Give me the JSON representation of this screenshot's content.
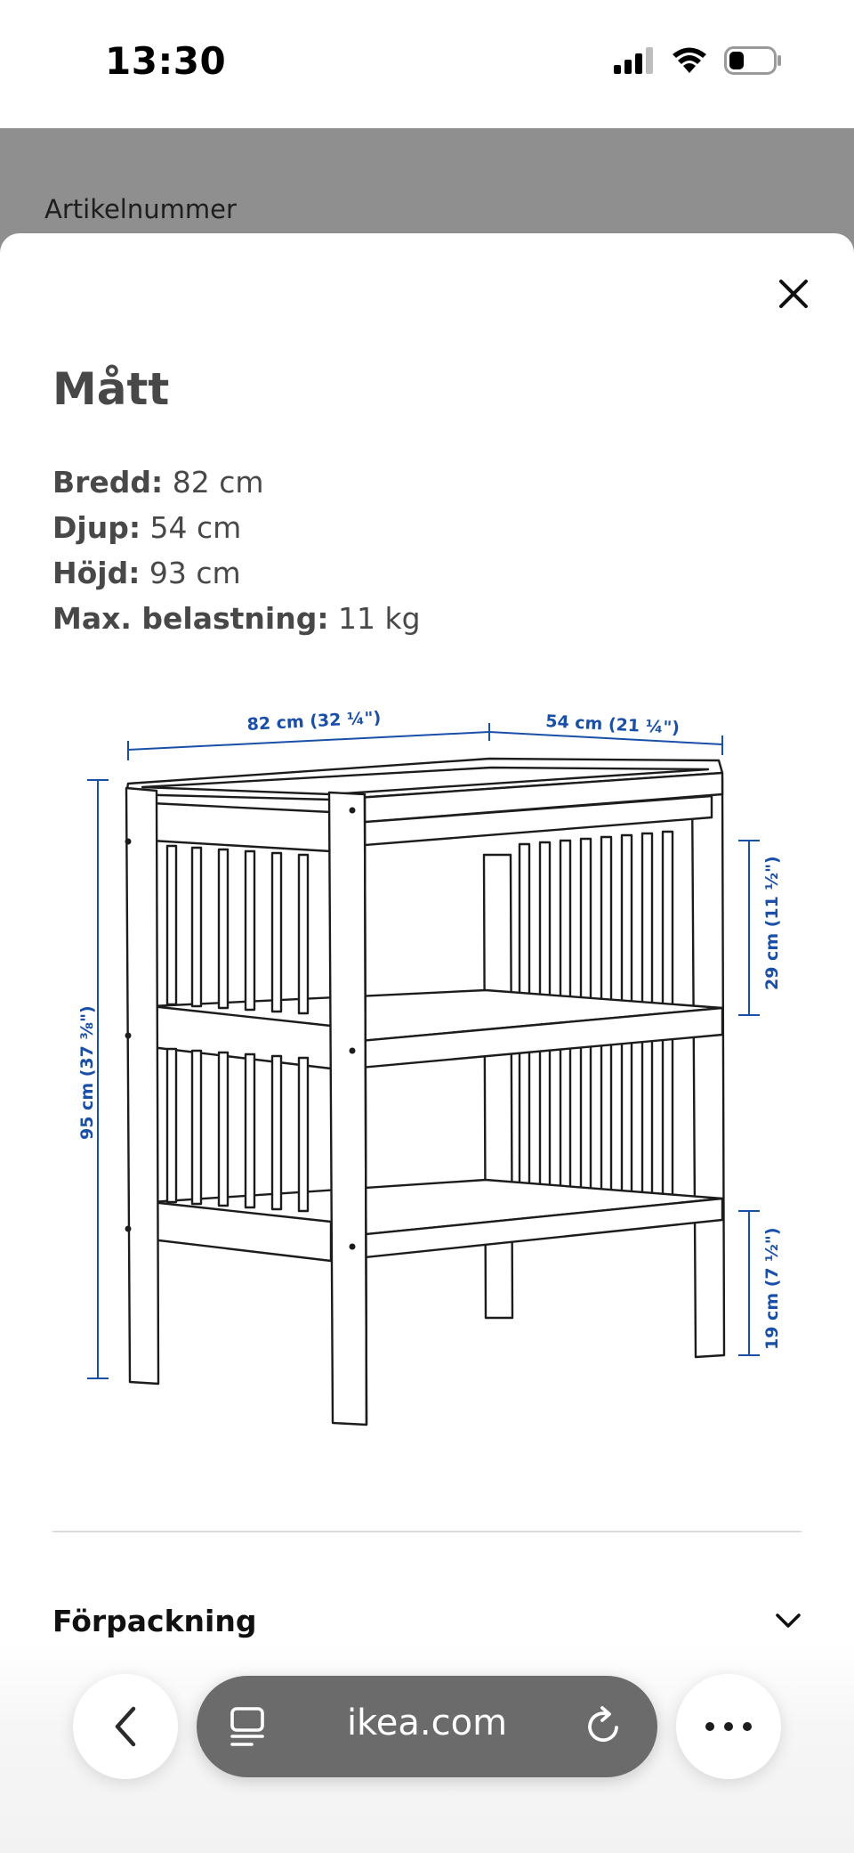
{
  "status": {
    "time": "13:30"
  },
  "backdrop": {
    "label": "Artikelnummer"
  },
  "sheet": {
    "title": "Mått",
    "specs": [
      {
        "label": "Bredd:",
        "value": "82 cm"
      },
      {
        "label": "Djup:",
        "value": "54 cm"
      },
      {
        "label": "Höjd:",
        "value": "93 cm"
      },
      {
        "label": "Max. belastning:",
        "value": "11 kg"
      }
    ],
    "diagram": {
      "width_label": "82 cm (32 ¼\")",
      "depth_label": "54 cm (21 ¼\")",
      "height_label": "95 cm (37 ⅜\")",
      "upper_gap_label": "29 cm (11 ½\")",
      "lower_gap_label": "19 cm (7 ½\")",
      "dimension_color": "#1a4fa8"
    },
    "section": {
      "label": "Förpackning",
      "icon": "chevron-down-icon"
    }
  },
  "browser": {
    "url": "ikea.com"
  }
}
